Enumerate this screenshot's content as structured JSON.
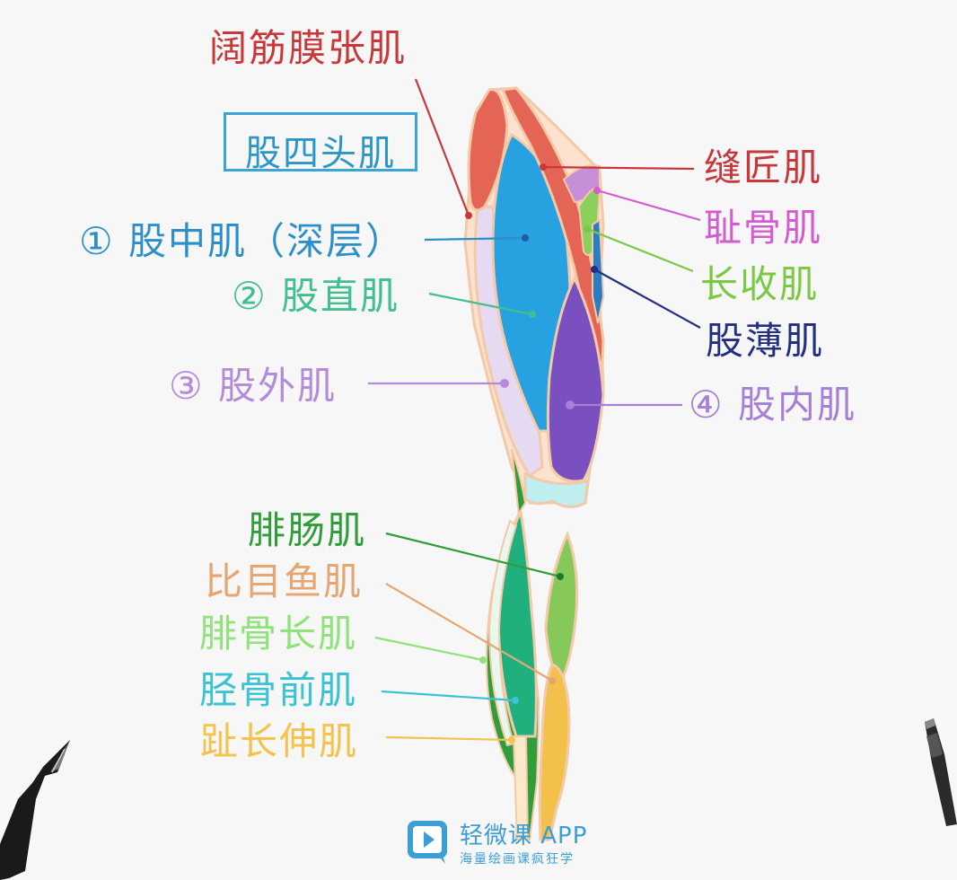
{
  "title_box": "股四头肌",
  "labels": {
    "tfl": "阔筋膜张肌",
    "sartorius": "缝匠肌",
    "pectineus": "耻骨肌",
    "adductor_longus": "长收肌",
    "gracilis": "股薄肌",
    "vastus_intermedius": "① 股中肌（深层）",
    "rectus_femoris": "② 股直肌",
    "vastus_lateralis": "③ 股外肌",
    "vastus_medialis": "④ 股内肌",
    "gastrocnemius": "腓肠肌",
    "soleus": "比目鱼肌",
    "peroneus_longus": "腓骨长肌",
    "tibialis_anterior": "胫骨前肌",
    "ext_digitorum_longus": "趾长伸肌"
  },
  "logo": {
    "title": "轻微课 APP",
    "subtitle": "海量绘画课疯狂学"
  },
  "colors": {
    "tfl": "#c8383a",
    "sartorius": "#c8383a",
    "pectineus": "#d55bd0",
    "adductor_longus": "#7bc943",
    "gracilis": "#23307f",
    "vastus_intermedius": "#2b8fc9",
    "rectus_femoris": "#41bf8e",
    "vastus_lateralis": "#b48ad9",
    "vastus_medialis": "#a57fd8",
    "gastrocnemius": "#2f9e3a",
    "soleus": "#e5a672",
    "peroneus_longus": "#8fe37a",
    "tibialis_anterior": "#39c3d4",
    "ext_digitorum_longus": "#f3c34b",
    "title_box": "#3aa6d6",
    "logo": "#3b9ed6"
  }
}
